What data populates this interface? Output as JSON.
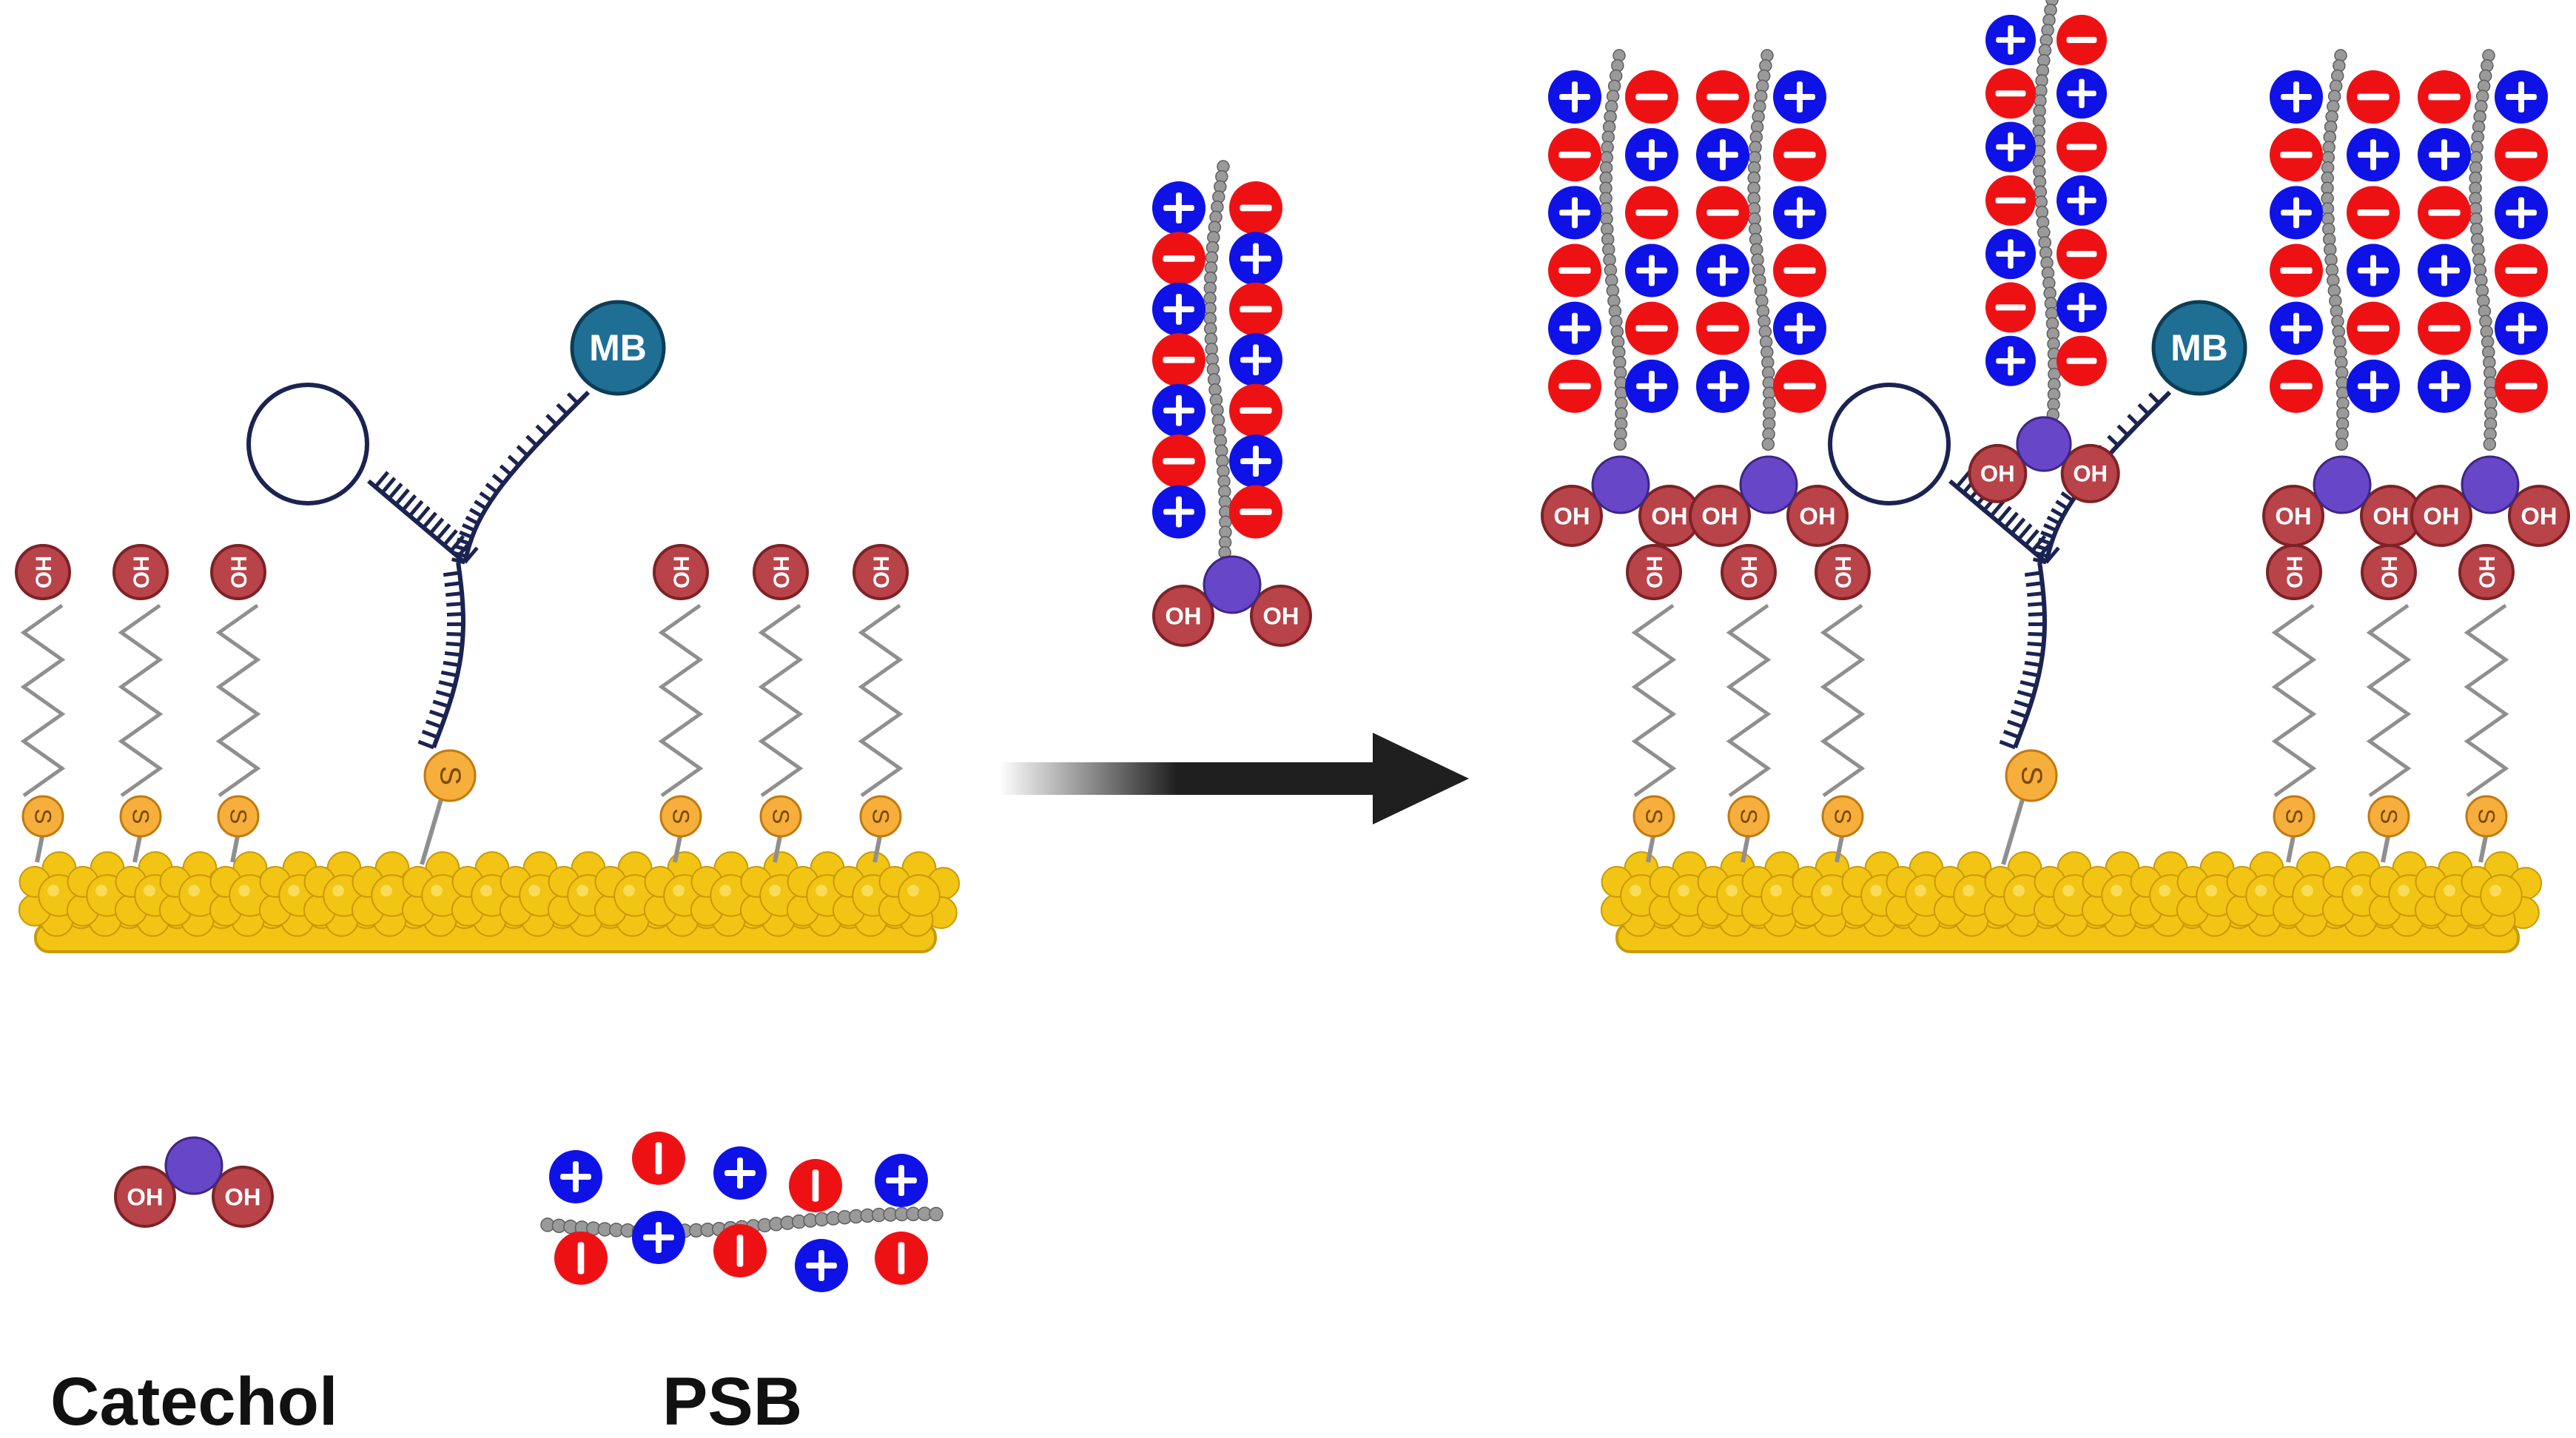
{
  "labels": {
    "mb": "MB",
    "oh": "OH",
    "ho": "HO",
    "s": "S",
    "catechol": "Catechol",
    "psb": "PSB"
  },
  "colors": {
    "gold": "#f2c414",
    "gold_dark": "#c99a07",
    "oh_red": "#b84349",
    "oh_red_dark": "#7d2226",
    "sulfur": "#f6ae3c",
    "catechol_purple": "#6846c8",
    "plus_blue": "#0f12e6",
    "minus_red": "#ee1114",
    "mb_teal": "#1f6f95",
    "dna_navy": "#1b2352",
    "linker_gray": "#8f8f8f",
    "arrow": "#1f1f1f"
  },
  "icons": {
    "plus": "plus-sign-icon",
    "minus": "minus-sign-icon",
    "arrow": "right-arrow-icon"
  }
}
